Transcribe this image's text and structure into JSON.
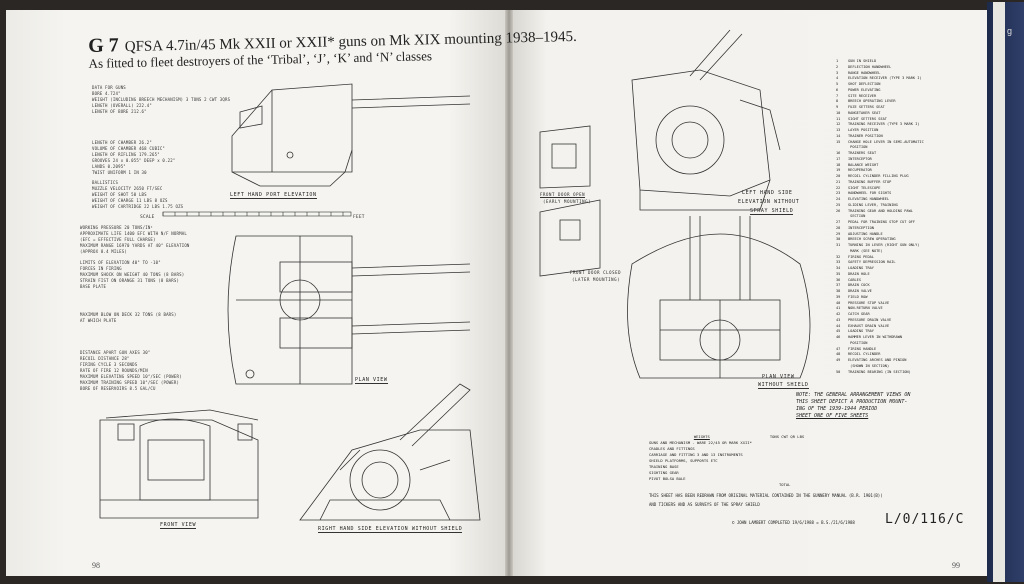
{
  "left_page": {
    "title_code": "G 7",
    "title_text": "QFSA 4.7in/45 Mk XXII or XXII* guns on Mk XIX mounting 1938–1945.",
    "subtitle": "As fitted to fleet destroyers of the ‘Tribal’, ‘J’, ‘K’ and ‘N’ classes",
    "specs_top": [
      "DATA FOR GUNS",
      "BORE                              4.724\"",
      "WEIGHT (INCLUDING BREECH MECHANISM)   3 TONS 2 CWT 3QRS",
      "LENGTH (OVERALL)                   222.4\"",
      "LENGTH OF BORE                     212.6\""
    ],
    "specs_chamber": [
      "LENGTH OF CHAMBER            26.2\"",
      "VOLUME OF CHAMBER            468 CUBIC\"",
      "LENGTH OF RIFLING            179.265\"",
      "GROOVES                      24 x 0.055\" DEEP x 0.22\"",
      "LANDS                        0.2095\"",
      "TWIST                        UNIFORM 1 IN 30"
    ],
    "specs_ballistics": [
      "BALLISTICS",
      "MUZZLE VELOCITY           2650 FT/SEC",
      "WEIGHT OF SHOT            50 LBS",
      "WEIGHT OF CHARGE          11 LBS 8 OZS",
      "WEIGHT OF CARTRIDGE       22 LBS 1.75 OZS"
    ],
    "specs_range": [
      "WORKING PRESSURE          20 TONS/IN²",
      "APPROXIMATE LIFE          1400 EFC WITH N/F NORMAL",
      "                          (EFC = EFFECTIVE FULL CHARGE)",
      "MAXIMUM RANGE             16970 YARDS AT 40° ELEVATION",
      "                          (APPROX 8.4 MILES)"
    ],
    "specs_mount": [
      "LIMITS OF ELEVATION       40° TO -10°",
      "FORCES IN FIRING",
      "MAXIMUM SHOCK ON WEIGHT   40 TONS (8 BARS)",
      "STRAIN FIST ON ORANGE     31 TONS (8 BARS)",
      "BASE PLATE"
    ],
    "specs_misc": [
      "MAXIMUM BLOW ON DECK      32 TONS (8 BARS)",
      "AT WHICH PLATE"
    ],
    "specs_bottom": [
      "DISTANCE APART GUN AXES    30\"",
      "RECOIL DISTANCE            28\"",
      "FIRING CYCLE               3 SECONDS",
      "RATE OF FIRE               12 ROUNDS/MIN",
      "MAXIMUM ELEVATING SPEED    10°/SEC (POWER)",
      "MAXIMUM TRAINING SPEED     10°/SEC (POWER)",
      "BORE OF RESERVOIRS         8.5 GAL/CU"
    ],
    "scale_label": "SCALE",
    "scale_unit": "FEET",
    "labels": {
      "elevation": "LEFT HAND PORT ELEVATION",
      "plan": "PLAN VIEW",
      "front": "FRONT VIEW",
      "rh_elev": "RIGHT HAND SIDE ELEVATION WITHOUT SHIELD"
    },
    "page_number": "98"
  },
  "right_page": {
    "labels": {
      "front_open": "FRONT DOOR OPEN",
      "front_open_sub": "(EARLY MOUNTING)",
      "lh_side": "LEFT HAND SIDE",
      "lh_side2": "ELEVATION WITHOUT",
      "lh_side3": "SPRAY SHIELD",
      "front_closed": "FRONT DOOR CLOSED",
      "front_closed_sub": "(LATER MOUNTING)",
      "plan": "PLAN VIEW",
      "plan2": "WITHOUT SHIELD"
    },
    "index": [
      "GUN IN SHIELD",
      "DEFLECTION HANDWHEEL",
      "RANGE HANDWHEEL",
      "ELEVATION RECEIVER (TYPE 3 MARK I)",
      "SHOT DEFLECTION",
      "POWER ELEVATING",
      "SITE RECEIVER",
      "BREECH OPERATING LEVER",
      "FUZE SETTERS SEAT",
      "RANGETAKER SEAT",
      "SIGHT SETTERS SEAT",
      "TRAINING RECEIVER (TYPE 3 MARK I)",
      "LAYER POSITION",
      "TRAINER POSITION",
      "CHANGE HOLE LEVER IN SEMI-AUTOMATIC",
      "  POSITION",
      "TRAINERS SEAT",
      "INTERCEPTOR",
      "BALANCE WEIGHT",
      "RECUPERATOR",
      "RECOIL CYLINDER FILLING PLUG",
      "TRAINING BUFFER STOP",
      "SIGHT TELESCOPE",
      "HANDWHEEL FOR SIGHTS",
      "ELEVATING HANDWHEEL",
      "SLIDING LEVER, TRAINING",
      "TRAINING GEAR AND HOLDING PAWL",
      "  SECTION",
      "PEDAL FOR TRAINING STOP CUT OFF",
      "INTERCEPTION",
      "ADJUSTING HANDLE",
      "BREECH SCREW OPERATING",
      "TURNING IN LEVER (RIGHT GUN ONLY)",
      "  MARK (SEE NOTE)",
      "FIRING PEDAL",
      "SAFETY DEPRESSION RAIL",
      "LOADING TRAY",
      "DRAIN HOLE",
      "CABLES",
      "DRAIN COCK",
      "DRAIN VALVE",
      "FIELD ROW",
      "PRESSURE STOP VALVE",
      "NON-RETURN VALVE",
      "CATCH GEAR",
      "PRESSURE DRAIN VALVE",
      "EXHAUST DRAIN VALVE",
      "LOADING TRAY",
      "HAMMER LEVER IN WITHDRAWN",
      "  POSITION",
      "FIRING HANDLE",
      "RECOIL CYLINDER",
      "ELEVATING ARCHES AND PINION",
      "  (SHOWN IN SECTION)",
      "TRAINING BEARING (IN SECTION)"
    ],
    "notes": [
      "NOTE: THE GENERAL ARRANGEMENT VIEWS ON",
      "THIS SHEET DEPICT A PRODUCTION MOUNT-",
      "ING OF THE 1939-1944 PERIOD",
      "",
      "SHEET ONE OF FIVE SHEETS"
    ],
    "weights_title": "WEIGHTS",
    "weights_head": "TONS  CWT  QR  LBS",
    "weights": [
      "GUNS AND MECHANISM - WARE 22/45 OR MARK XXII*",
      "CRADLES AND FITTINGS",
      "CARRIAGE AND FITTING 3 AND 13 INSTRUMENTS",
      "SHIELD PLATFORMS, SUPPORTS ETC",
      "TRAINING BASE",
      "SIGHTING GEAR",
      "PIVOT BOLSA BALE",
      "TOTAL"
    ],
    "footnote1": "THIS SHEET HAS BEEN REDRAWN FROM ORIGINAL MATERIAL CONTAINED IN THE GUNNERY MANUAL (B.R. 1901(B))",
    "footnote2": "AND TICKERS AND AS SURVEYS OF THE SPRAY SHIELD",
    "copyright": "© JOHN LAMBERT  COMPLETED 19/6/1988  ☒ B.S./21/6/1988",
    "drawing_number": "L/0/116/C",
    "page_number": "99"
  },
  "cover_letter": "g"
}
